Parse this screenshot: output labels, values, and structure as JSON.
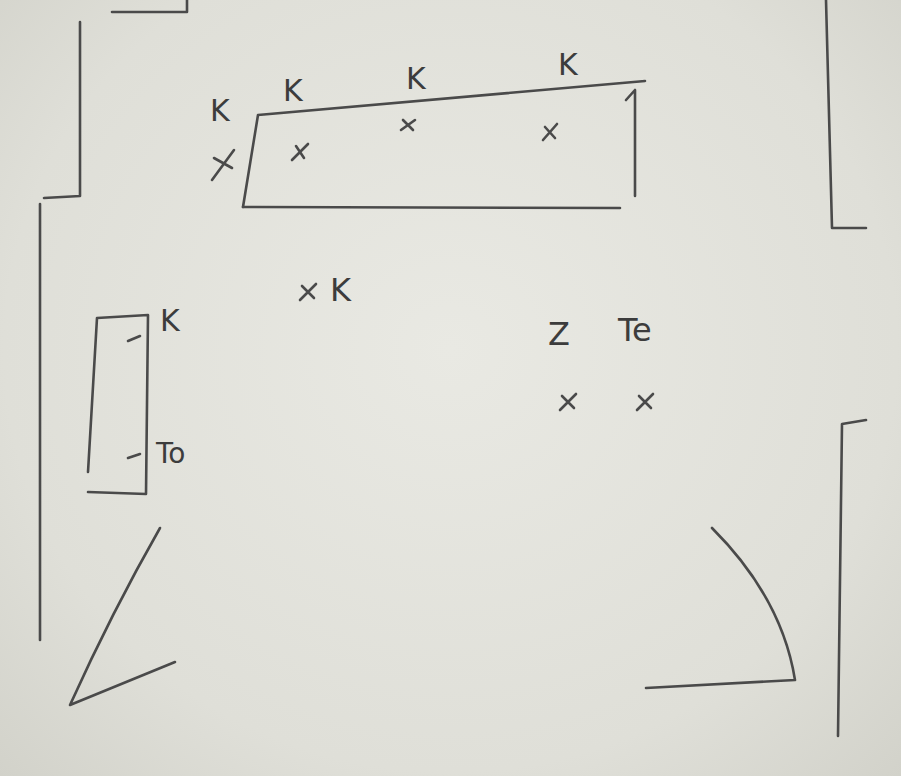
{
  "diagram": {
    "labels": [
      "K",
      "K",
      "K",
      "K",
      "K",
      "K",
      "Z",
      "Te",
      "To"
    ]
  }
}
